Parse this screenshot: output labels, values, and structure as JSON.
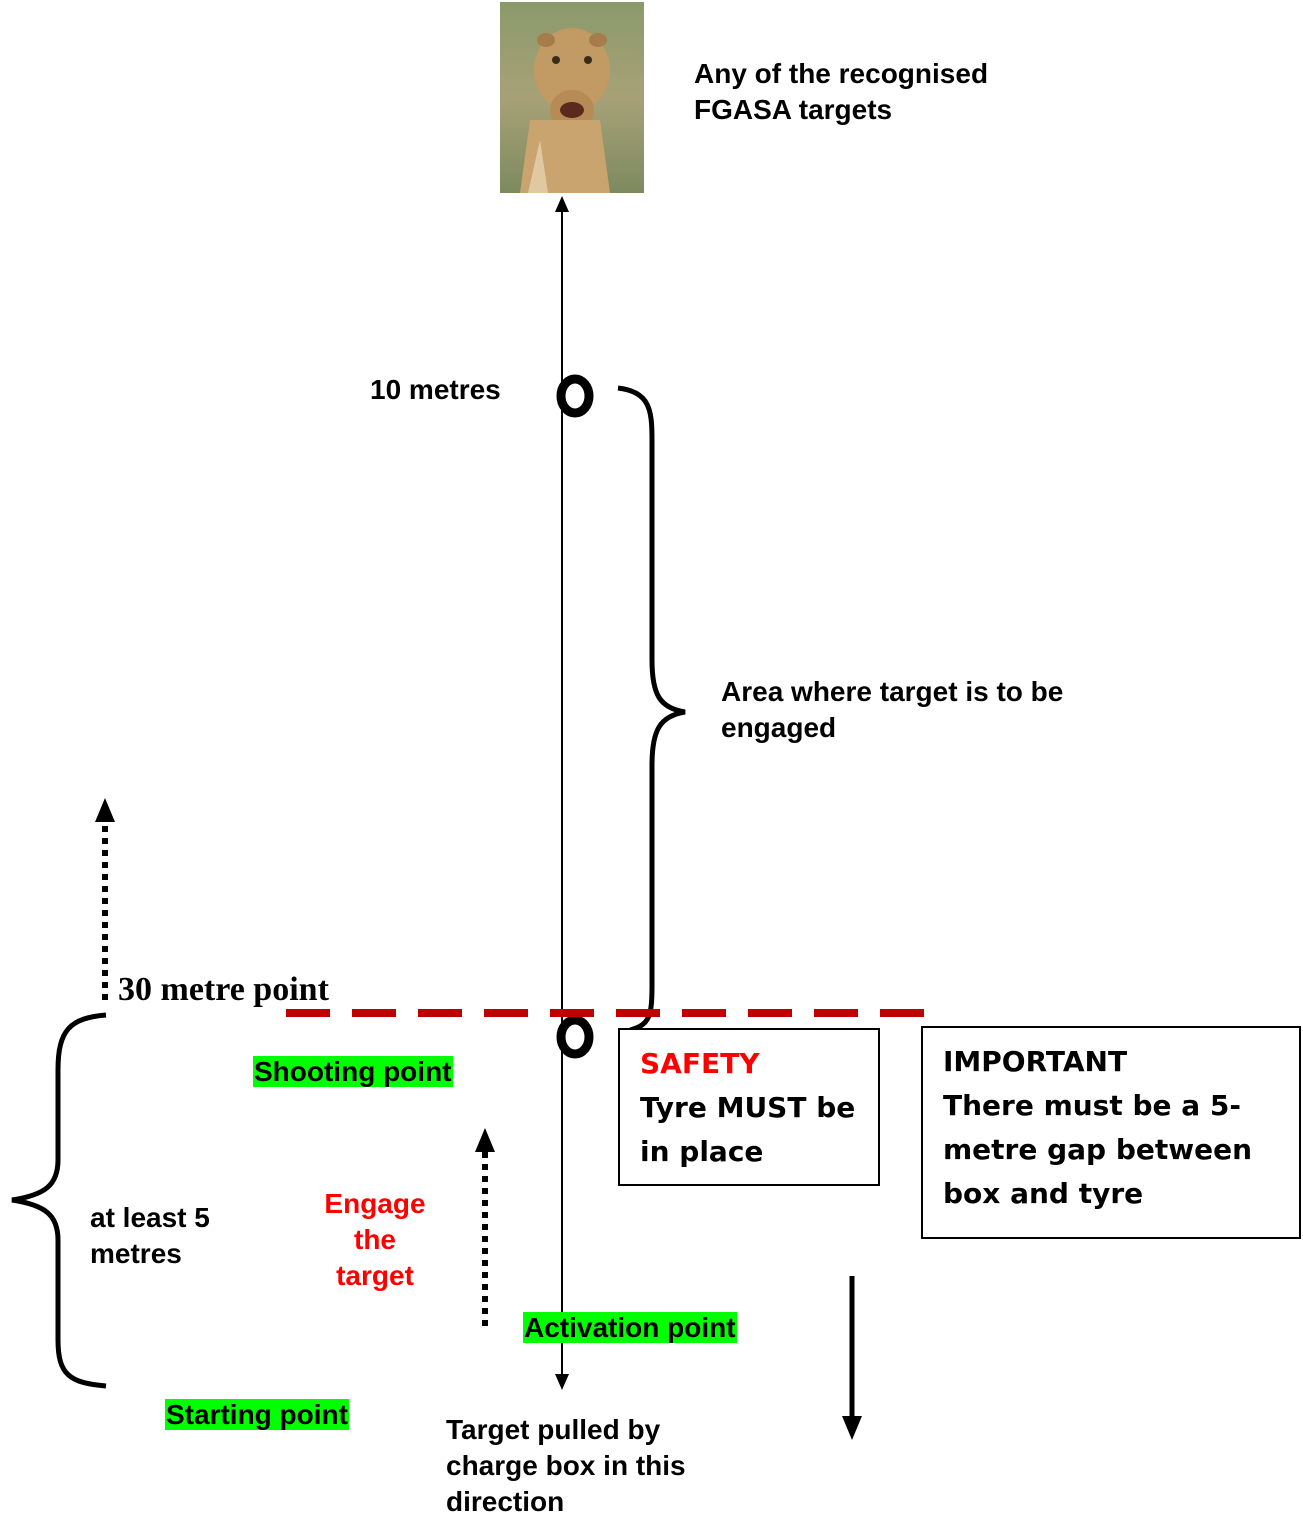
{
  "target": {
    "caption_line1": "Any of the recognised",
    "caption_line2": "FGASA targets",
    "image_icon": "lioness-target-photo"
  },
  "labels": {
    "ten_metres": "10 metres",
    "area_line1": "Area where target is to be",
    "area_line2": "engaged",
    "thirty_metre_point": "30 metre point",
    "shooting_point": "Shooting point",
    "at_least_line1": "at least 5",
    "at_least_line2": "metres",
    "engage_line1": "Engage",
    "engage_line2": "the",
    "engage_line3": "target",
    "activation_point": "Activation point",
    "starting_point": "Starting point",
    "pulled_line1": "Target pulled by",
    "pulled_line2": "charge box in this",
    "pulled_line3": "direction"
  },
  "safety_box": {
    "heading": "SAFETY",
    "line1": "Tyre MUST be",
    "line2": "in place"
  },
  "important_box": {
    "heading": "IMPORTANT",
    "line1": "There must be a 5-",
    "line2": "metre gap between",
    "line3": "box and tyre"
  },
  "colors": {
    "highlight": "#00ff00",
    "safety_red": "#ff0000",
    "dashed_line": "#c00000"
  }
}
